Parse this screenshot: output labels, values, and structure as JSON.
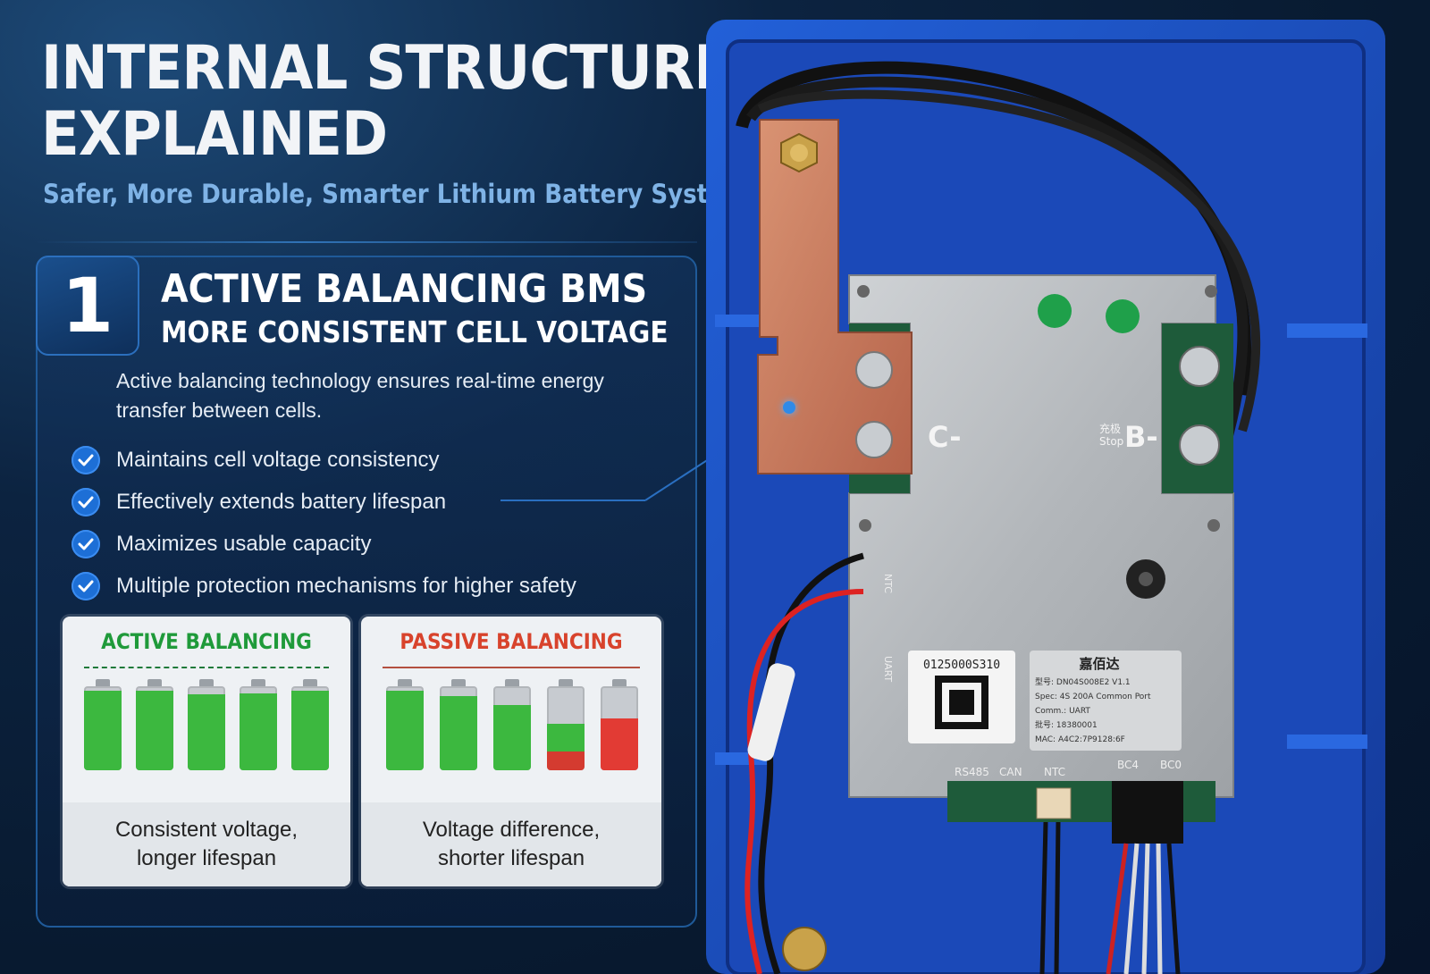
{
  "header": {
    "title_line1": "INTERNAL STRUCTURE",
    "title_line2": "EXPLAINED",
    "subtitle": "Safer, More Durable, Smarter Lithium Battery System"
  },
  "section": {
    "number": "1",
    "heading": "ACTIVE BALANCING BMS",
    "subheading": "MORE CONSISTENT CELL VOLTAGE",
    "description": "Active balancing technology ensures real-time energy transfer between cells.",
    "bullets": [
      "Maintains cell voltage consistency",
      "Effectively extends battery lifespan",
      "Maximizes usable capacity",
      "Multiple protection mechanisms for higher safety"
    ]
  },
  "comparison": {
    "active": {
      "title": "ACTIVE BALANCING",
      "caption_line1": "Consistent voltage,",
      "caption_line2": "longer lifespan",
      "title_color": "#1f9a3a",
      "levels": [
        0.95,
        0.95,
        0.9,
        0.92,
        0.95
      ]
    },
    "passive": {
      "title": "PASSIVE BALANCING",
      "caption_line1": "Voltage difference,",
      "caption_line2": "shorter lifespan",
      "title_color": "#d8432c",
      "levels": [
        0.95,
        0.88,
        0.78,
        0.55,
        0.62
      ]
    }
  },
  "photo": {
    "terminal_c": "C-",
    "terminal_b": "B-",
    "stop_label_line1": "充极",
    "stop_label_line2": "Stop",
    "serial": "0125000S310",
    "brand": "嘉佰达",
    "spec_lines": [
      "型号: DN04S008E2 V1.1",
      "Spec: 4S 200A Common Port",
      "Comm.: UART",
      "批号: 18380001",
      "MAC: A4C2:7P9128:6F"
    ],
    "ports": [
      "RS485",
      "CAN",
      "NTC",
      "BC4",
      "BC0"
    ],
    "side_ports": [
      "UART",
      "NTC"
    ],
    "colors": {
      "box_blue": "#1a4fc4",
      "plate": "#b8bcc0",
      "copper": "#c77a58"
    }
  }
}
